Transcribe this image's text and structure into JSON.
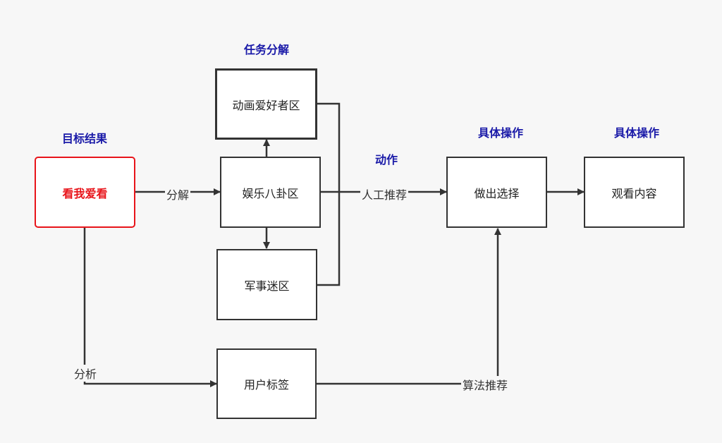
{
  "sections": {
    "goal": "目标结果",
    "decompose": "任务分解",
    "action": "动作",
    "operation1": "具体操作",
    "operation2": "具体操作"
  },
  "nodes": {
    "goal": "看我爱看",
    "anime": "动画爱好者区",
    "gossip": "娱乐八卦区",
    "military": "军事迷区",
    "user_tags": "用户标签",
    "choose": "做出选择",
    "watch": "观看内容"
  },
  "edges": {
    "decompose": "分解",
    "manual_recommend": "人工推荐",
    "analyze": "分析",
    "algorithm_recommend": "算法推荐"
  },
  "colors": {
    "goal_border": "#e8141a",
    "section_text": "#1a1aa8",
    "line": "#333333"
  }
}
